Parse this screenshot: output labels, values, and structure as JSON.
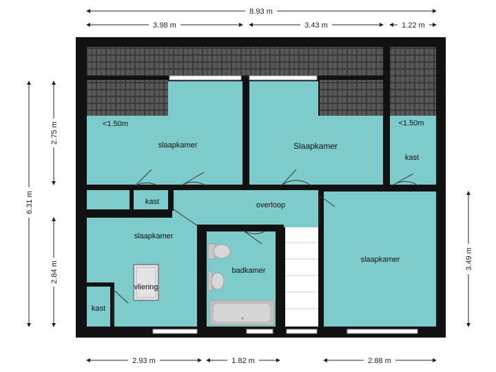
{
  "dimensions": {
    "total_width": "8.93 m",
    "top_segment_1": "3.98 m",
    "top_segment_2": "3.43 m",
    "top_segment_3": "1.22 m",
    "total_height": "6.31 m",
    "left_upper": "2.75 m",
    "left_lower": "2.84 m",
    "right_lower": "3.49 m",
    "bottom_segment_1": "2.93 m",
    "bottom_segment_2": "1.82 m",
    "bottom_segment_3": "2.88 m"
  },
  "rooms": {
    "bedroom_top_left": "slaapkamer",
    "bedroom_top_middle": "Slaapkamer",
    "bedroom_bottom_left": "slaapkamer",
    "bedroom_bottom_right": "slaapkamer",
    "landing": "overloop",
    "bathroom": "badkamer",
    "closet_middle": "kast",
    "closet_top_right": "kast",
    "closet_bottom_left": "kast",
    "attic_hatch": "vliering"
  },
  "annotations": {
    "low_height_left": "<1.50m",
    "low_height_right": "<1.50m"
  },
  "colors": {
    "room_fill": "#7ecbcb",
    "wall": "#111111",
    "roof_tile": "#4a4a4a",
    "stair": "#ffffff",
    "bathroom_fixture": "#c8c8c8"
  }
}
